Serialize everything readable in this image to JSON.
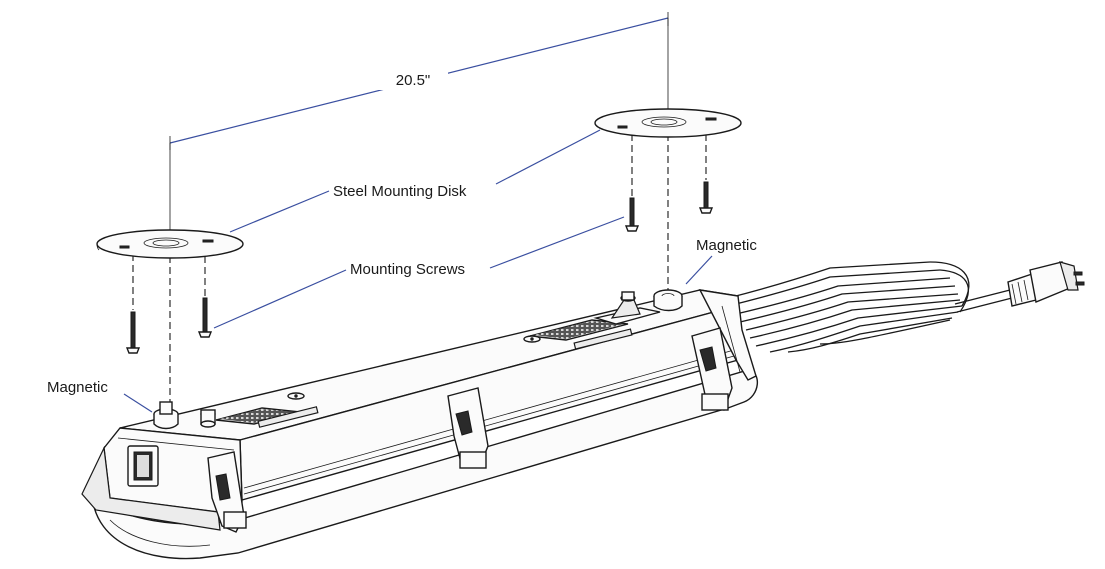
{
  "diagram": {
    "dimension_label": "20.5\"",
    "labels": {
      "steel_mounting_disk": "Steel Mounting Disk",
      "mounting_screws": "Mounting Screws",
      "magnetic_left": "Magnetic",
      "magnetic_right": "Magnetic"
    },
    "colors": {
      "line": "#1a1a1a",
      "dimension_line": "#3a4fa0",
      "fill": "#fbfbfb"
    }
  }
}
